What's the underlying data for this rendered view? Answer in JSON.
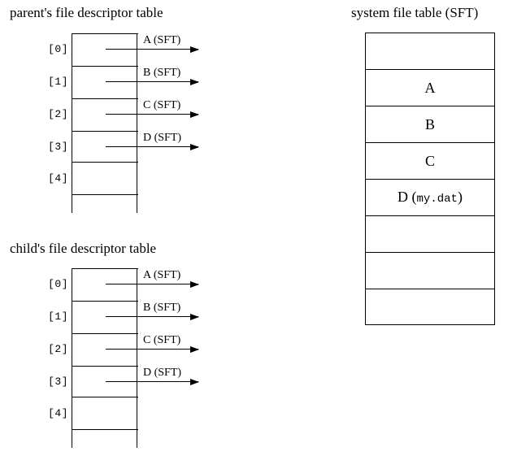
{
  "diagram": {
    "background_color": "#ffffff",
    "line_color": "#000000"
  },
  "parent_table": {
    "title": "parent's file descriptor table",
    "indices": [
      "[0]",
      "[1]",
      "[2]",
      "[3]",
      "[4]"
    ],
    "pointers": [
      {
        "index": "[0]",
        "label": "A (SFT)"
      },
      {
        "index": "[1]",
        "label": "B (SFT)"
      },
      {
        "index": "[2]",
        "label": "C (SFT)"
      },
      {
        "index": "[3]",
        "label": "D (SFT)"
      }
    ]
  },
  "child_table": {
    "title": "child's file descriptor table",
    "indices": [
      "[0]",
      "[1]",
      "[2]",
      "[3]",
      "[4]"
    ],
    "pointers": [
      {
        "index": "[0]",
        "label": "A (SFT)"
      },
      {
        "index": "[1]",
        "label": "B (SFT)"
      },
      {
        "index": "[2]",
        "label": "C (SFT)"
      },
      {
        "index": "[3]",
        "label": "D (SFT)"
      }
    ]
  },
  "system_file_table": {
    "title": "system file table (SFT)",
    "rows": [
      {
        "text": "",
        "mono": ""
      },
      {
        "text": "A",
        "mono": ""
      },
      {
        "text": "B",
        "mono": ""
      },
      {
        "text": "C",
        "mono": ""
      },
      {
        "text": "D (",
        "mono": "my.dat",
        "text_after": ")"
      },
      {
        "text": "",
        "mono": ""
      },
      {
        "text": "",
        "mono": ""
      },
      {
        "text": "",
        "mono": ""
      }
    ]
  }
}
